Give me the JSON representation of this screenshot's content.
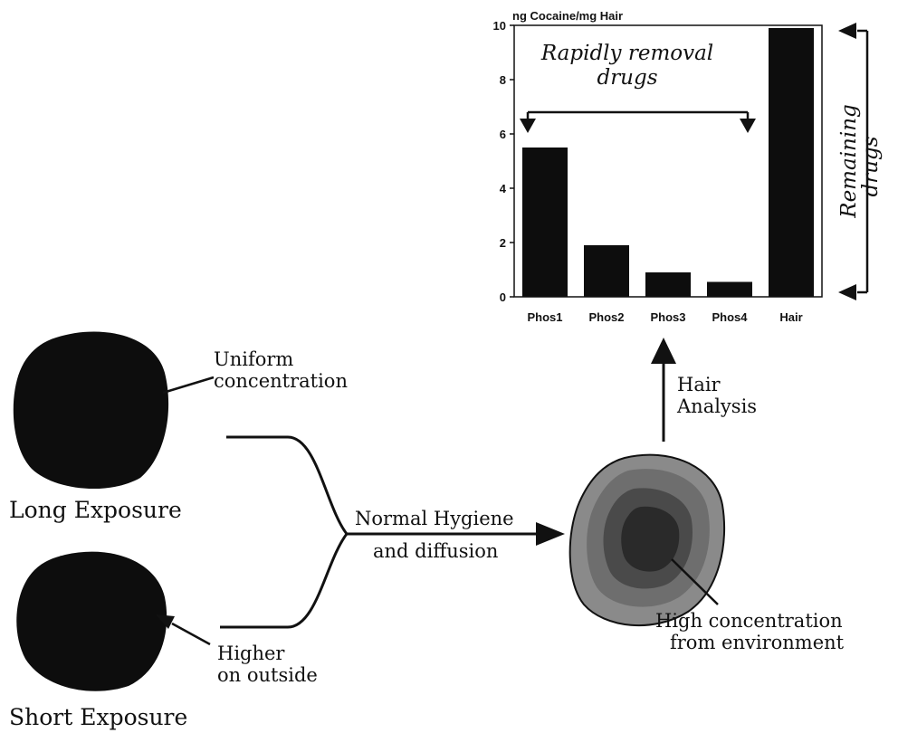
{
  "diagram": {
    "long_exposure": {
      "label": "Long Exposure",
      "note_line1": "Uniform",
      "note_line2": "concentration"
    },
    "short_exposure": {
      "label": "Short Exposure",
      "note_line1": "Higher",
      "note_line2": "on outside"
    },
    "process": {
      "line1": "Normal Hygiene",
      "line2": "and diffusion"
    },
    "result": {
      "note_line1": "High concentration",
      "note_line2": "from environment"
    },
    "analysis": {
      "line1": "Hair",
      "line2": "Analysis"
    },
    "colors": {
      "ink": "#111111",
      "gray_outer": "#8a8a8a",
      "gray_mid": "#555555",
      "gray_core": "#2a2a2a"
    }
  },
  "chart_data": {
    "type": "bar",
    "ylabel": "ng Cocaine/mg Hair",
    "ylim": [
      0,
      10
    ],
    "yticks": [
      0,
      2,
      4,
      6,
      8,
      10
    ],
    "categories": [
      "Phos1",
      "Phos2",
      "Phos3",
      "Phos4",
      "Hair"
    ],
    "values": [
      5.5,
      1.9,
      0.9,
      0.55,
      9.9
    ],
    "annotations": {
      "removal_line1": "Rapidly removal",
      "removal_line2": "drugs",
      "remaining_line1": "Remaining",
      "remaining_line2": "drugs"
    }
  }
}
